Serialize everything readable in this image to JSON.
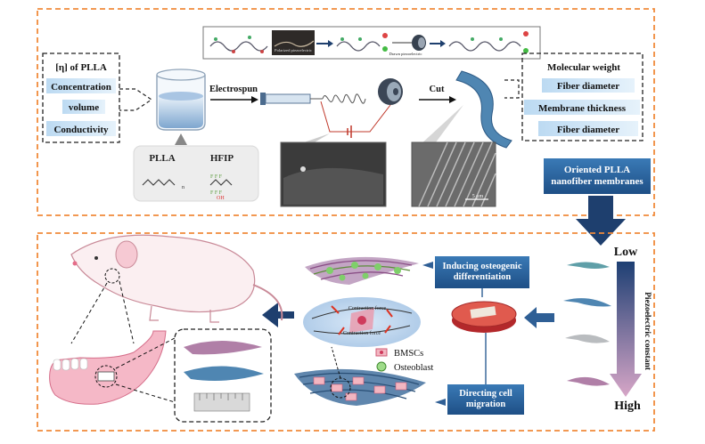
{
  "top": {
    "strip": {
      "pol_label": "Polarized piezoelectric",
      "drawn_label": "Drawn piezoelectric"
    },
    "left_params": [
      {
        "text": "[η] of PLLA",
        "highlight": false
      },
      {
        "text": "Concentration",
        "highlight": true
      },
      {
        "text": "volume",
        "highlight": true
      },
      {
        "text": "Conductivity",
        "highlight": true
      }
    ],
    "right_params": [
      {
        "text": "Molecular weight",
        "highlight": false
      },
      {
        "text": "Fiber diameter",
        "highlight": true
      },
      {
        "text": "Membrane thickness",
        "highlight": true
      },
      {
        "text": "Fiber diameter",
        "highlight": true
      }
    ],
    "electrospun_label": "Electrospun",
    "cut_label": "Cut",
    "materials": {
      "plla": "PLLA",
      "hfip": "HFIP",
      "oh": "OH",
      "n": "n"
    },
    "sem_scale": "5 μm"
  },
  "middle": {
    "oriented_title": "Oriented PLLA nanofiber membranes"
  },
  "bottom": {
    "low_label": "Low",
    "high_label": "High",
    "axis_label": "Piezoelectric constant",
    "osteo_box": "Inducing osteogenic differentiation",
    "migration_box": "Directing cell migration",
    "contraction_top": "Contraction force",
    "contraction_bottom": "Contraction force",
    "legend": [
      {
        "label": "BMSCs",
        "icon": "bmsc-icon"
      },
      {
        "label": "Osteoblast",
        "icon": "osteoblast-icon"
      }
    ]
  },
  "colors": {
    "dash_orange": "#f08a3a",
    "navy": "#1e3f6e",
    "light_blue": "#cfe4f5",
    "box_blue": "#2f6fa8"
  }
}
